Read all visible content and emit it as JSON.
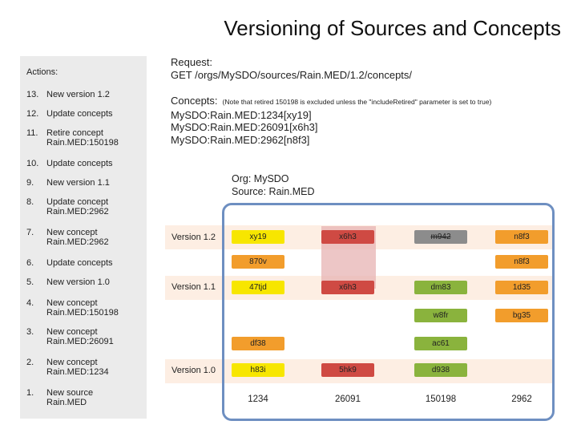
{
  "title": "Versioning of Sources and Concepts",
  "actions": {
    "title": "Actions:",
    "items": [
      {
        "num": "13.",
        "text": "New version 1.2"
      },
      {
        "num": "12.",
        "text": "Update concepts"
      },
      {
        "num": "11.",
        "text": "Retire concept\nRain.MED:150198"
      },
      {
        "num": "10.",
        "text": "Update concepts"
      },
      {
        "num": "9.",
        "text": "New version 1.1"
      },
      {
        "num": "8.",
        "text": "Update concept\nRain.MED:2962"
      },
      {
        "num": "7.",
        "text": "New concept\nRain.MED:2962"
      },
      {
        "num": "6.",
        "text": "Update concepts"
      },
      {
        "num": "5.",
        "text": "New version 1.0"
      },
      {
        "num": "4.",
        "text": "New concept\nRain.MED:150198"
      },
      {
        "num": "3.",
        "text": "New concept\nRain.MED:26091"
      },
      {
        "num": "2.",
        "text": "New concept\nRain.MED:1234"
      },
      {
        "num": "1.",
        "text": "New source\nRain.MED"
      }
    ]
  },
  "request": {
    "label": "Request:",
    "url": "GET /orgs/MySDO/sources/Rain.MED/1.2/concepts/"
  },
  "concepts": {
    "label": "Concepts:",
    "note": "(Note that retired 150198 is excluded unless the \"includeRetired\" parameter is set to true)",
    "lines": [
      "MySDO:Rain.MED:1234[xy19]",
      "MySDO:Rain.MED:26091[x6h3]",
      "MySDO:Rain.MED:2962[n8f3]"
    ]
  },
  "org": {
    "line1": "Org: MySDO",
    "line2": "Source: Rain.MED"
  },
  "versions": [
    "Version 1.2",
    "Version 1.1",
    "Version 1.0"
  ],
  "nodes": {
    "c1234": [
      "xy19",
      "870v",
      "47tjd",
      "df38",
      "h83i"
    ],
    "c26091": [
      "x6h3",
      "x6h3",
      "5hk9"
    ],
    "c150198": [
      "m942",
      "dm83",
      "w8fr",
      "ac61",
      "d938"
    ],
    "c2962": [
      "n8f3",
      "n8f3",
      "1d35",
      "bg35"
    ]
  },
  "concept_ids": [
    "1234",
    "26091",
    "150198",
    "2962"
  ],
  "colors": {
    "yellow": "#f7e600",
    "orange": "#f29d2c",
    "red": "#cf4a43",
    "green": "#8ab33d",
    "retired": "#8c8c8c",
    "frame": "#6e8fc1",
    "band": "#fdeee3"
  }
}
